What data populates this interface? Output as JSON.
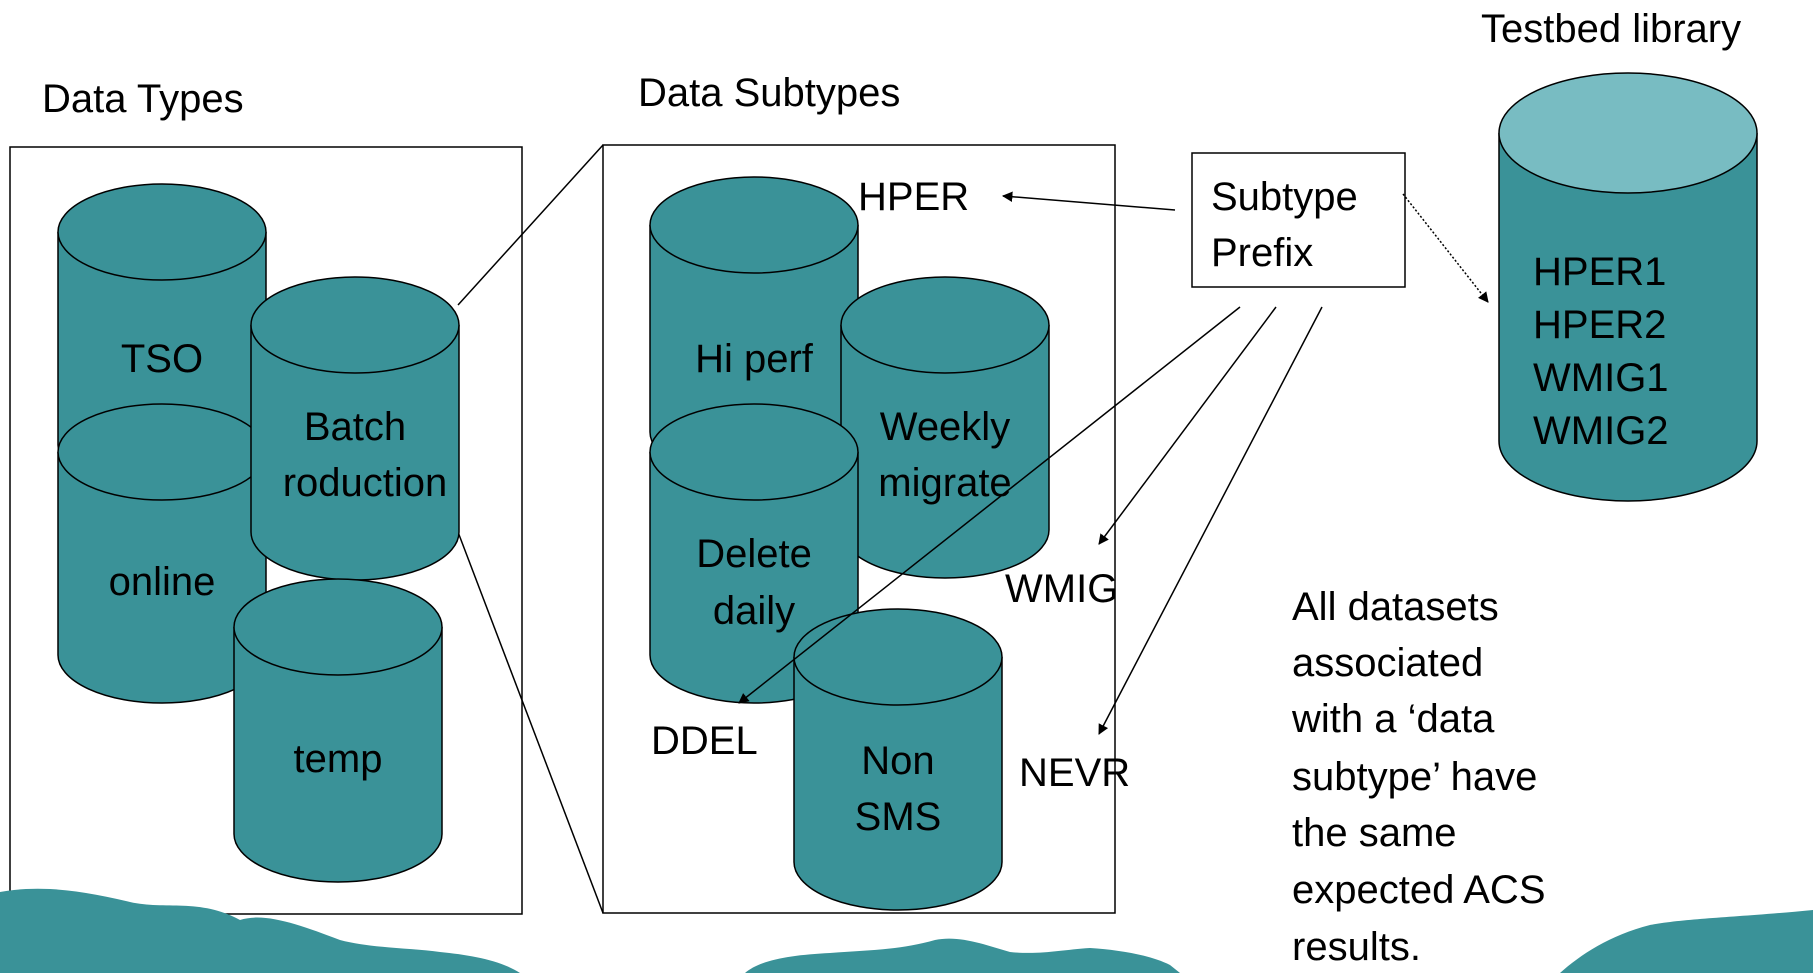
{
  "colors": {
    "cylinder_body": "#3a9298",
    "cylinder_top": "#3a9298",
    "library_body": "#3a9298",
    "library_top": "#78bcc2",
    "ground": "#3a9298",
    "stroke": "#000000"
  },
  "headings": {
    "data_types": "Data Types",
    "data_subtypes": "Data Subtypes",
    "testbed_library": "Testbed library"
  },
  "data_types": {
    "tso": "TSO",
    "batch_line1": "Batch",
    "batch_line2": "roduction",
    "online": "online",
    "temp": "temp"
  },
  "data_subtypes": {
    "hi_perf": "Hi perf",
    "weekly_line1": "Weekly",
    "weekly_line2": "migrate",
    "delete_line1": "Delete",
    "delete_line2": "daily",
    "non_line1": "Non",
    "non_line2": "SMS"
  },
  "prefix_box": {
    "line1": "Subtype",
    "line2": "Prefix"
  },
  "prefixes": {
    "hper": "HPER",
    "wmig": "WMIG",
    "ddel": "DDEL",
    "nevr": "NEVR"
  },
  "library_items": [
    "HPER1",
    "HPER2",
    "WMIG1",
    "WMIG2"
  ],
  "note_lines": [
    "All datasets",
    "associated",
    "with a ‘data",
    "subtype’ have",
    "the same",
    "expected ACS",
    "results."
  ]
}
